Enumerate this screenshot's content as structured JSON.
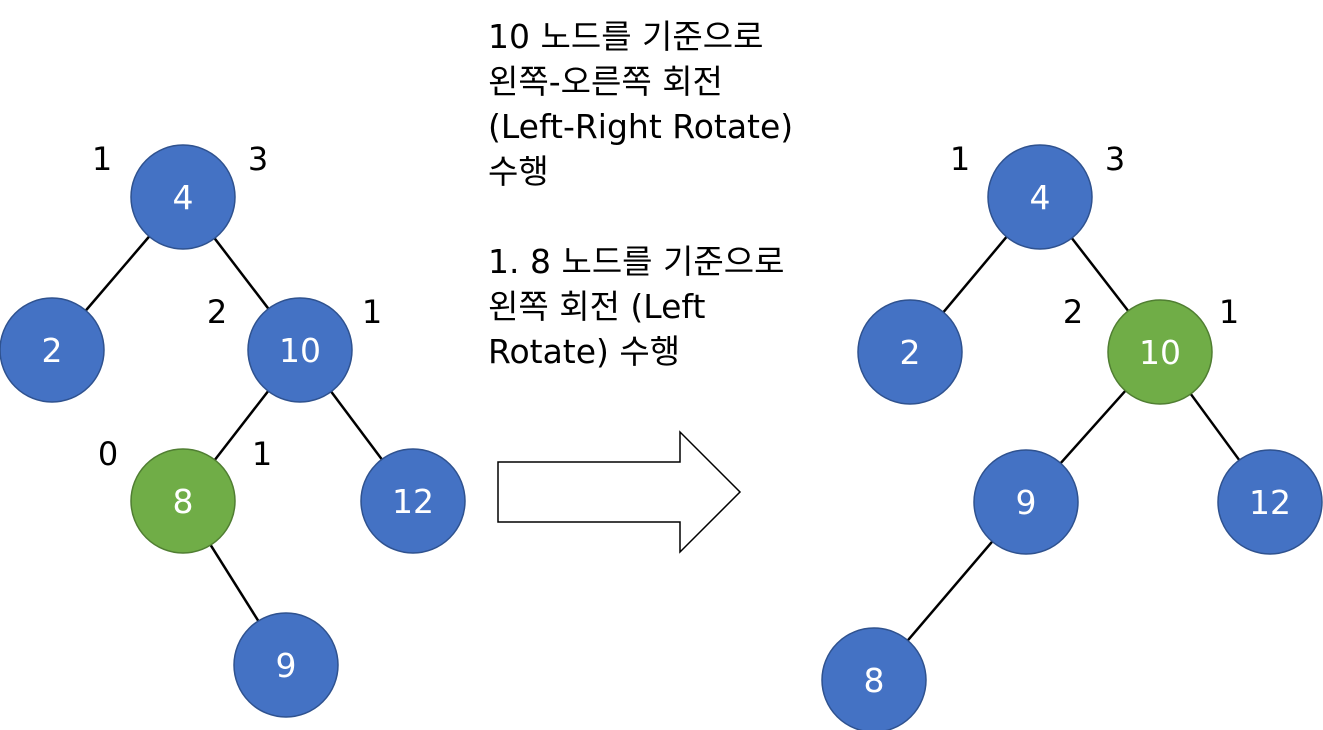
{
  "colors": {
    "node_default": "#4472c4",
    "node_default_stroke": "#2f528f",
    "node_highlight": "#70ad47",
    "node_highlight_stroke": "#507e32",
    "node_text": "#ffffff",
    "edge": "#000000",
    "label": "#000000",
    "arrow_fill": "#ffffff",
    "arrow_stroke": "#000000"
  },
  "caption": {
    "step_title_lines": [
      "10 노드를 기준으로",
      "왼쪽-오른쪽 회전",
      "(Left-Right Rotate)",
      "수행"
    ],
    "step_detail_lines": [
      "1. 8 노드를 기준으로",
      "왼쪽 회전 (Left",
      "Rotate) 수행"
    ]
  },
  "trees": {
    "before": {
      "nodes": [
        {
          "id": "n4",
          "value": "4",
          "highlight": false
        },
        {
          "id": "n2",
          "value": "2",
          "highlight": false
        },
        {
          "id": "n10",
          "value": "10",
          "highlight": false
        },
        {
          "id": "n8",
          "value": "8",
          "highlight": true
        },
        {
          "id": "n12",
          "value": "12",
          "highlight": false
        },
        {
          "id": "n9",
          "value": "9",
          "highlight": false
        }
      ],
      "edges": [
        [
          "n4",
          "n2"
        ],
        [
          "n4",
          "n10"
        ],
        [
          "n10",
          "n8"
        ],
        [
          "n10",
          "n12"
        ],
        [
          "n8",
          "n9"
        ]
      ],
      "heights": [
        {
          "node": "n4",
          "side": "left",
          "value": "1"
        },
        {
          "node": "n4",
          "side": "right",
          "value": "3"
        },
        {
          "node": "n10",
          "side": "left",
          "value": "2"
        },
        {
          "node": "n10",
          "side": "right",
          "value": "1"
        },
        {
          "node": "n8",
          "side": "left",
          "value": "0"
        },
        {
          "node": "n8",
          "side": "right",
          "value": "1"
        }
      ]
    },
    "after": {
      "nodes": [
        {
          "id": "n4",
          "value": "4",
          "highlight": false
        },
        {
          "id": "n2",
          "value": "2",
          "highlight": false
        },
        {
          "id": "n10",
          "value": "10",
          "highlight": true
        },
        {
          "id": "n9",
          "value": "9",
          "highlight": false
        },
        {
          "id": "n12",
          "value": "12",
          "highlight": false
        },
        {
          "id": "n8",
          "value": "8",
          "highlight": false
        }
      ],
      "edges": [
        [
          "n4",
          "n2"
        ],
        [
          "n4",
          "n10"
        ],
        [
          "n10",
          "n9"
        ],
        [
          "n10",
          "n12"
        ],
        [
          "n9",
          "n8"
        ]
      ],
      "heights": [
        {
          "node": "n4",
          "side": "left",
          "value": "1"
        },
        {
          "node": "n4",
          "side": "right",
          "value": "3"
        },
        {
          "node": "n10",
          "side": "left",
          "value": "2"
        },
        {
          "node": "n10",
          "side": "right",
          "value": "1"
        }
      ]
    }
  }
}
